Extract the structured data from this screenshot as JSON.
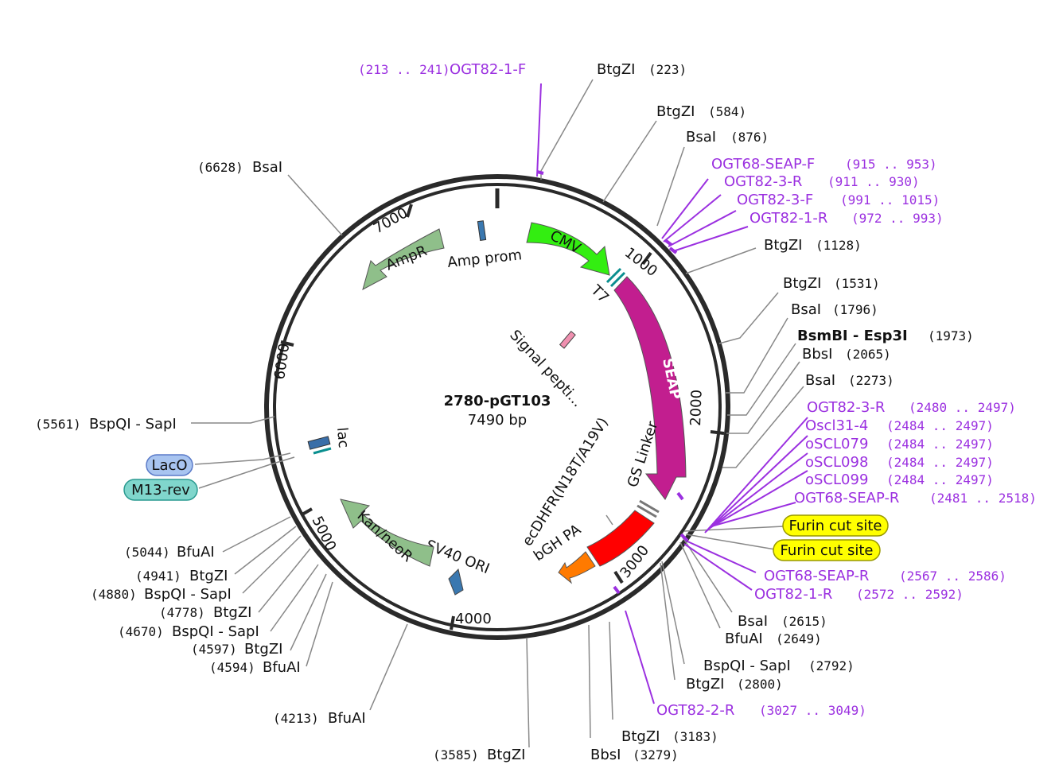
{
  "map": {
    "name": "2780-pGT103",
    "size": "7490 bp",
    "length": 7490
  },
  "ticks": [
    {
      "bp": 1000,
      "label": "1000"
    },
    {
      "bp": 2000,
      "label": "2000"
    },
    {
      "bp": 3000,
      "label": "3000"
    },
    {
      "bp": 4000,
      "label": "4000"
    },
    {
      "bp": 5000,
      "label": "5000"
    },
    {
      "bp": 6000,
      "label": "6000"
    },
    {
      "bp": 7000,
      "label": "7000"
    }
  ],
  "features": [
    {
      "name": "CMV",
      "color": "#33ee11"
    },
    {
      "name": "T7",
      "color": "#0a8f8f"
    },
    {
      "name": "SEAP",
      "color": "#c21e8f"
    },
    {
      "name": "GS Linker",
      "color": "#888888"
    },
    {
      "name": "ecDHFR(N18T/A19V)",
      "color": "#ff0000"
    },
    {
      "name": "bGH PA",
      "color": "#ff7a00"
    },
    {
      "name": "SV40 ORI",
      "color": "#3a78b0"
    },
    {
      "name": "Kan/neoR",
      "color": "#8fbf8a"
    },
    {
      "name": "lac",
      "color": "#3a6ea8"
    },
    {
      "name": "AmpR",
      "color": "#8fbf8a"
    },
    {
      "name": "Amp prom",
      "color": "#3a78b0"
    },
    {
      "name": "Signal pepti...",
      "color": "#f090b0"
    }
  ],
  "labels_right": [
    {
      "name": "OGT82-1-F",
      "pos": "(213 .. 241)",
      "kind": "primer"
    },
    {
      "name": "BtgZI",
      "pos": "(223)",
      "kind": "site"
    },
    {
      "name": "BtgZI",
      "pos": "(584)",
      "kind": "site"
    },
    {
      "name": "BsaI",
      "pos": "(876)",
      "kind": "site"
    },
    {
      "name": "OGT68-SEAP-F",
      "pos": "(915 .. 953)",
      "kind": "primer"
    },
    {
      "name": "OGT82-3-R",
      "pos": "(911 .. 930)",
      "kind": "primer"
    },
    {
      "name": "OGT82-3-F",
      "pos": "(991 .. 1015)",
      "kind": "primer"
    },
    {
      "name": "OGT82-1-R",
      "pos": "(972 .. 993)",
      "kind": "primer"
    },
    {
      "name": "BtgZI",
      "pos": "(1128)",
      "kind": "site"
    },
    {
      "name": "BtgZI",
      "pos": "(1531)",
      "kind": "site"
    },
    {
      "name": "BsaI",
      "pos": "(1796)",
      "kind": "site"
    },
    {
      "name": "BsmBI - Esp3I",
      "pos": "(1973)",
      "kind": "site-bold"
    },
    {
      "name": "BbsI",
      "pos": "(2065)",
      "kind": "site"
    },
    {
      "name": "BsaI",
      "pos": "(2273)",
      "kind": "site"
    },
    {
      "name": "OGT82-3-R",
      "pos": "(2480 .. 2497)",
      "kind": "primer"
    },
    {
      "name": "Oscl31-4",
      "pos": "(2484 .. 2497)",
      "kind": "primer"
    },
    {
      "name": "oSCL079",
      "pos": "(2484 .. 2497)",
      "kind": "primer"
    },
    {
      "name": "oSCL098",
      "pos": "(2484 .. 2497)",
      "kind": "primer"
    },
    {
      "name": "oSCL099",
      "pos": "(2484 .. 2497)",
      "kind": "primer"
    },
    {
      "name": "OGT68-SEAP-R",
      "pos": "(2481 .. 2518)",
      "kind": "primer"
    },
    {
      "name": "Furin cut site",
      "pos": "",
      "kind": "badge-yellow"
    },
    {
      "name": "Furin cut site",
      "pos": "",
      "kind": "badge-yellow"
    },
    {
      "name": "OGT68-SEAP-R",
      "pos": "(2567 .. 2586)",
      "kind": "primer"
    },
    {
      "name": "OGT82-1-R",
      "pos": "(2572 .. 2592)",
      "kind": "primer"
    },
    {
      "name": "BsaI",
      "pos": "(2615)",
      "kind": "site"
    },
    {
      "name": "BfuAI",
      "pos": "(2649)",
      "kind": "site"
    },
    {
      "name": "BspQI - SapI",
      "pos": "(2792)",
      "kind": "site"
    },
    {
      "name": "BtgZI",
      "pos": "(2800)",
      "kind": "site"
    },
    {
      "name": "OGT82-2-R",
      "pos": "(3027 .. 3049)",
      "kind": "primer"
    },
    {
      "name": "BtgZI",
      "pos": "(3183)",
      "kind": "site"
    },
    {
      "name": "BbsI",
      "pos": "(3279)",
      "kind": "site"
    }
  ],
  "labels_left": [
    {
      "name": "BsaI",
      "pos": "(6628)",
      "kind": "site"
    },
    {
      "name": "BspQI - SapI",
      "pos": "(5561)",
      "kind": "site"
    },
    {
      "name": "LacO",
      "pos": "",
      "kind": "badge-blue"
    },
    {
      "name": "M13-rev",
      "pos": "",
      "kind": "badge-teal"
    },
    {
      "name": "BfuAI",
      "pos": "(5044)",
      "kind": "site"
    },
    {
      "name": "BtgZI",
      "pos": "(4941)",
      "kind": "site"
    },
    {
      "name": "BspQI - SapI",
      "pos": "(4880)",
      "kind": "site"
    },
    {
      "name": "BtgZI",
      "pos": "(4778)",
      "kind": "site"
    },
    {
      "name": "BspQI - SapI",
      "pos": "(4670)",
      "kind": "site"
    },
    {
      "name": "BtgZI",
      "pos": "(4597)",
      "kind": "site"
    },
    {
      "name": "BfuAI",
      "pos": "(4594)",
      "kind": "site"
    },
    {
      "name": "BfuAI",
      "pos": "(4213)",
      "kind": "site"
    },
    {
      "name": "BtgZI",
      "pos": "(3585)",
      "kind": "site"
    }
  ]
}
